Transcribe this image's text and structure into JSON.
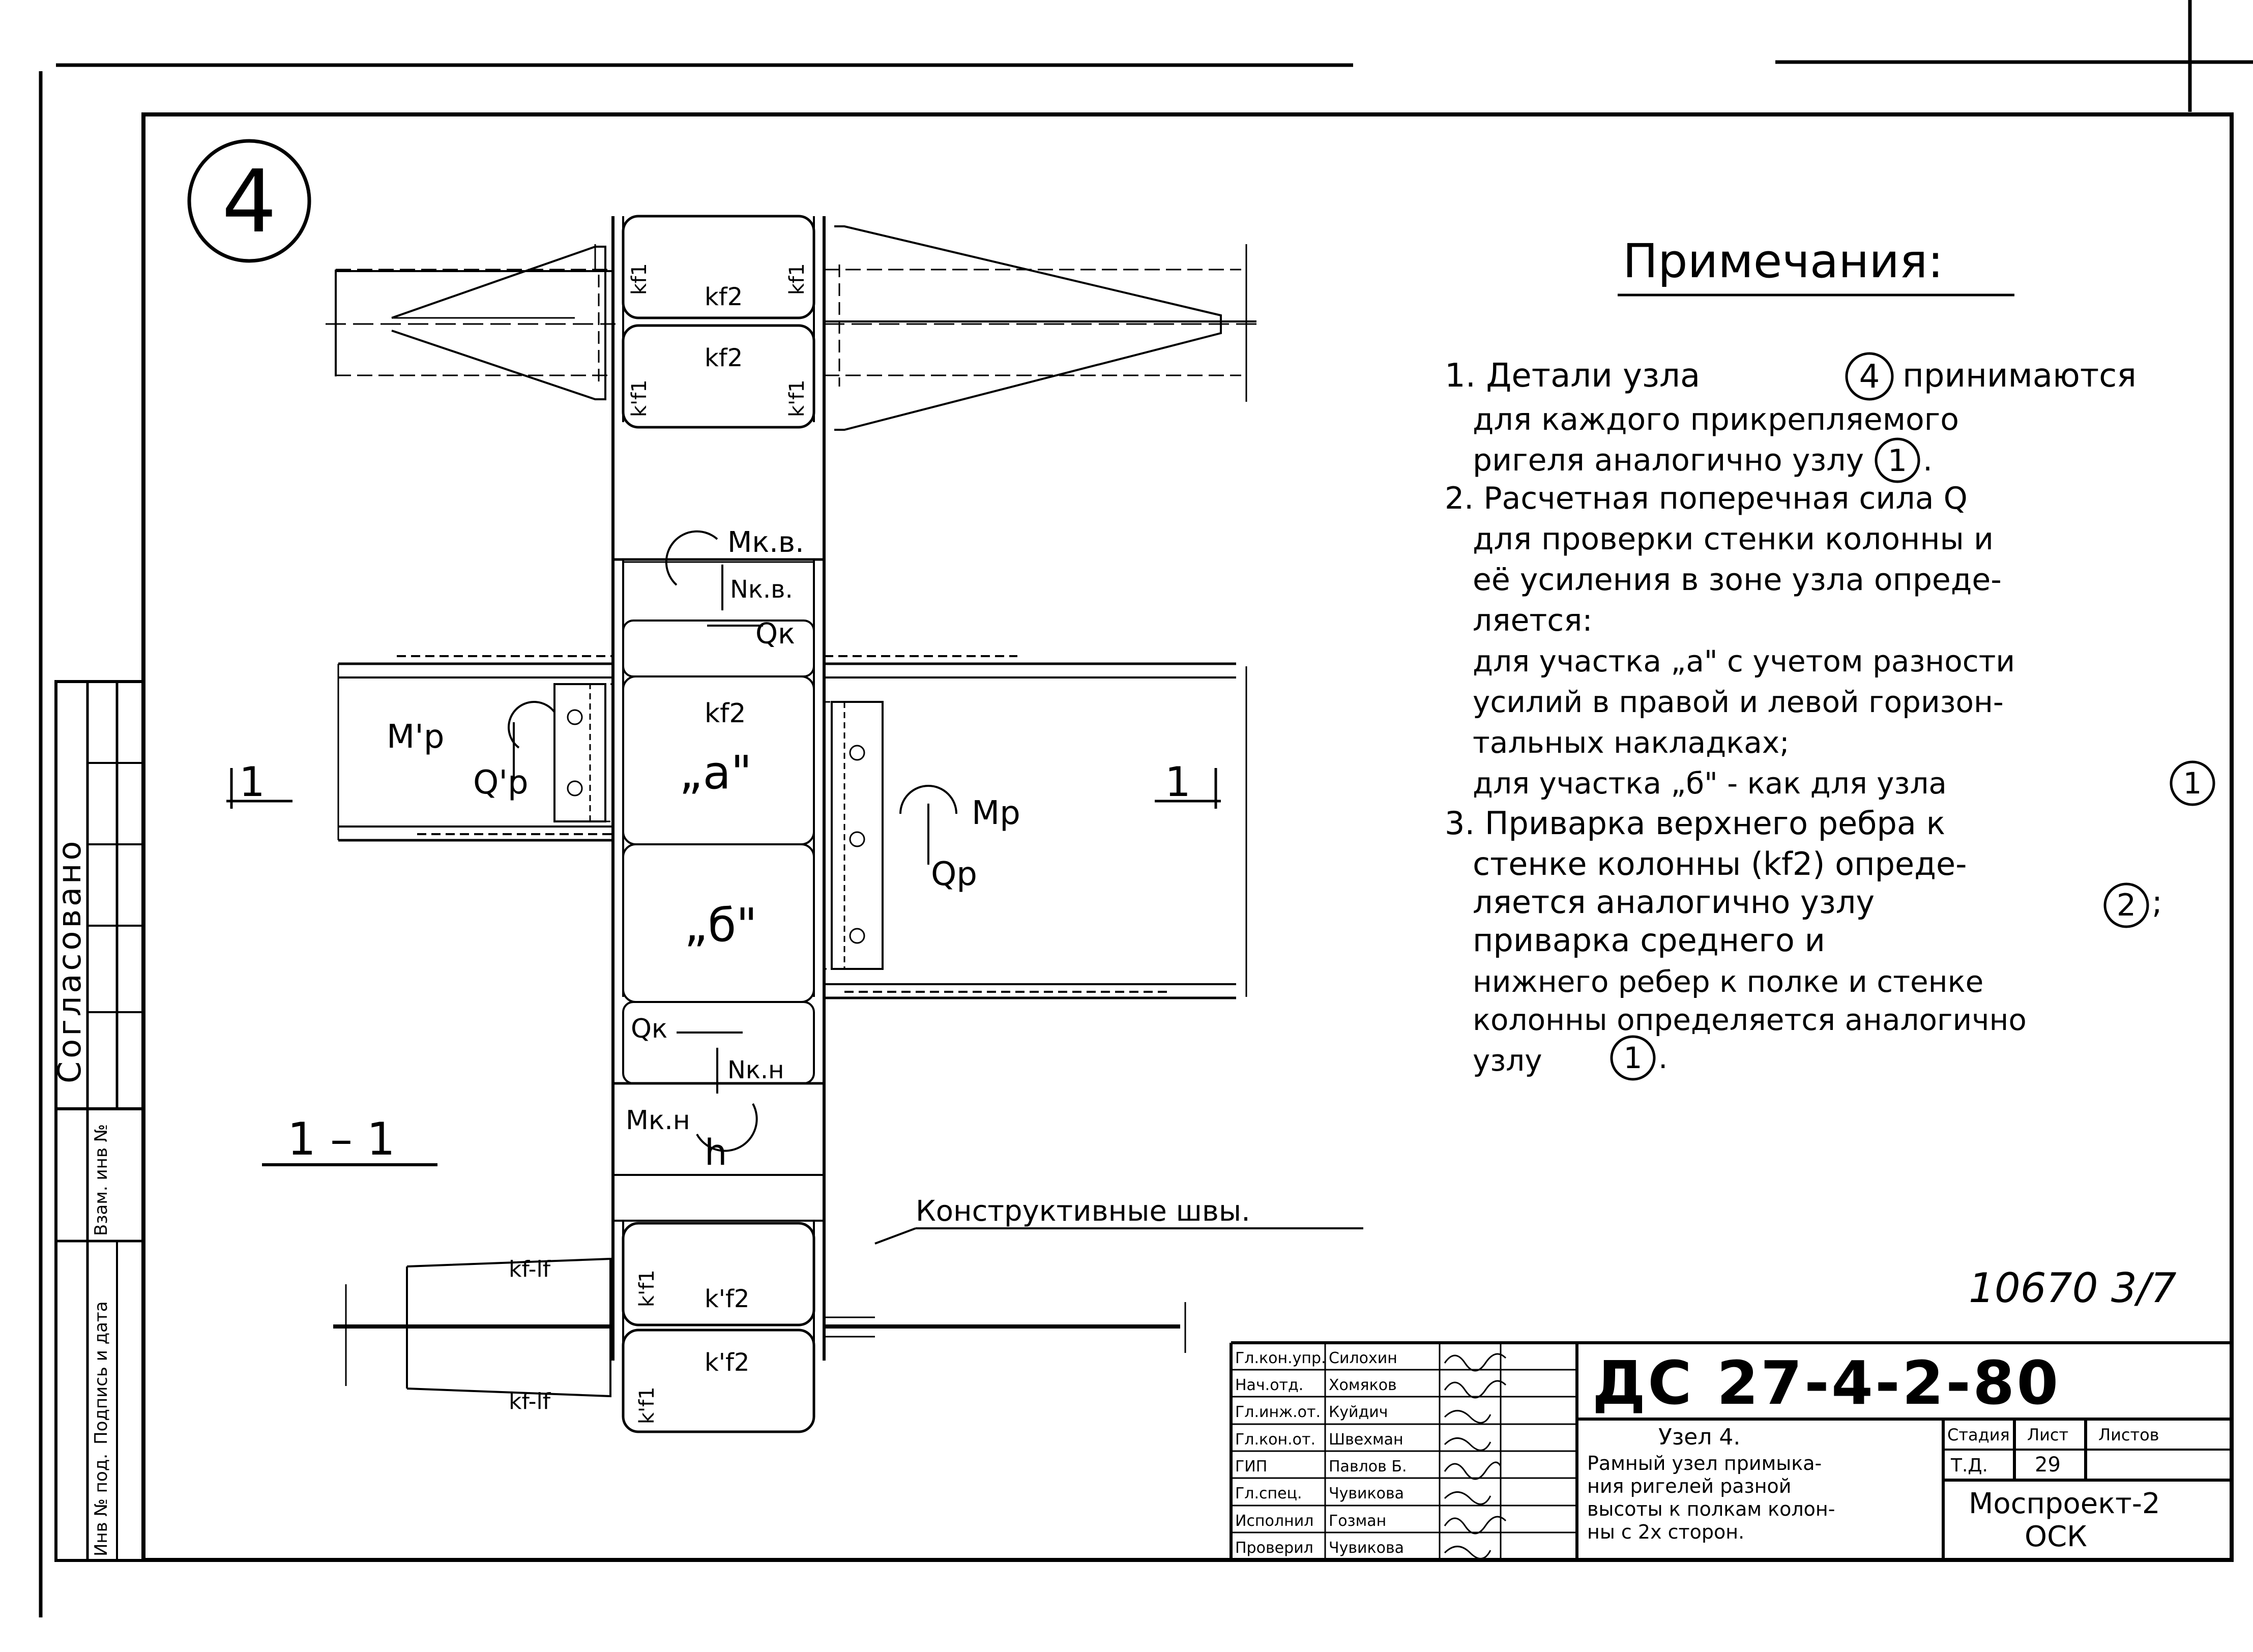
{
  "detail": {
    "number": "4"
  },
  "notes": {
    "heading": "Примечания:",
    "lines": [
      "1. Детали узла",
      "для каждого прикрепляемого",
      "ригеля аналогично узлу",
      "2. Расчетная поперечная сила Q",
      "для проверки стенки колонны и",
      "её усиления в зоне узла опреде-",
      "ляется:",
      "для участка „а\" с учетом разности",
      "усилий в правой и левой горизон-",
      "тальных накладках;",
      "для участка „б\" - как для узла",
      "3. Приварка верхнего ребра к",
      "стенке колонны (kf2) опреде-",
      "ляется аналогично узлу",
      "приварка среднего и",
      "нижнего ребер к полке и стенке",
      "колонны определяется аналогично",
      "узлу"
    ],
    "refs": {
      "n1a": "4",
      "n1b": "1",
      "n2": "1",
      "n3a": "2",
      "n3b": "1"
    },
    "tail_semicolon": ";",
    "tail_dot": "."
  },
  "drawing": {
    "section_title": "1 – 1",
    "section_mark_left": "1",
    "section_mark_right": "1",
    "welds_label": "Конструктивные швы.",
    "zone_a": "„а\"",
    "zone_b": "„б\"",
    "dim_h": "h",
    "forces": {
      "m_kv": "Mк.в.",
      "n_kv": "Nк.в.",
      "q_k_top": "Qк",
      "m_p_left": "M'р",
      "q_p_left": "Q'р",
      "m_p_right": "Mр",
      "q_p_right": "Qр",
      "q_k_bottom": "Qк",
      "n_kn": "Nк.н",
      "m_kn": "Mк.н"
    },
    "weld_marks": {
      "kf1_a": "kf1",
      "kf2_a": "kf2",
      "kf1_b": "kf1",
      "kf2_b": "kf2",
      "kf1p_a": "k'f1",
      "kf1p_b": "k'f1",
      "kf2_mid": "kf2",
      "kf1p_bot": "k'f1",
      "kf2p_bot": "k'f2",
      "kf2_bot": "k'f2",
      "kf1p_bot2": "k'f1",
      "kf_l_top": "kf-lf",
      "kf_l_bot": "kf-lf"
    }
  },
  "doc_number": "10670 3/7",
  "side_stamp": {
    "agreed": "Согласовано",
    "inv": "Инв № под.",
    "sign_date": "Подпись и дата",
    "replace_inv": "Взам. инв №"
  },
  "title_block": {
    "code": "ДС 27-4-2-80",
    "roles": [
      "Гл.кон.упр.",
      "Нач.отд.",
      "Гл.инж.от.",
      "Гл.кон.от.",
      "ГИП",
      "Гл.спец.",
      "Исполнил",
      "Проверил"
    ],
    "names": [
      "Силохин",
      "Хомяков",
      "Куйдич",
      "Швехман",
      "Павлов Б.",
      "Чувикова",
      "Гозман",
      "Чувикова"
    ],
    "desc_title": "Узел 4.",
    "desc_lines": [
      "Рамный узел примыка-",
      "ния ригелей разной",
      "высоты к полкам колон-",
      "ны с 2х сторон."
    ],
    "stage_label": "Стадия",
    "sheet_label": "Лист",
    "sheets_label": "Листов",
    "stage": "Т.Д.",
    "sheet": "29",
    "sheets": "",
    "org_line1": "Моспроект-2",
    "org_line2": "ОСК"
  }
}
